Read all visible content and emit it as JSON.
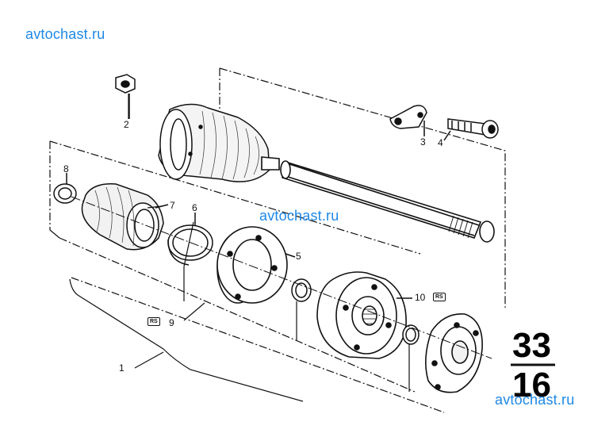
{
  "watermark": {
    "top_left": "avtochast.ru",
    "middle": "avtochast.ru",
    "bottom_right": "avtochast.ru",
    "color": "#1e88e5"
  },
  "section": {
    "group": "33",
    "subgroup": "16"
  },
  "callouts": {
    "c1": "1",
    "c2": "2",
    "c3": "3",
    "c4": "4",
    "c5": "5",
    "c6": "6",
    "c7": "7",
    "c8": "8",
    "c9": "9",
    "c10": "10"
  },
  "badges": {
    "rs_9": "RS",
    "rs_10": "RS"
  }
}
